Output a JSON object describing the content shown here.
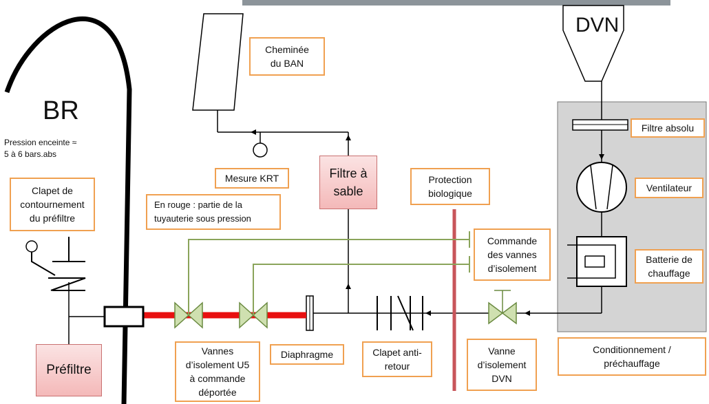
{
  "labels": {
    "br": "BR",
    "pression": "Pression enceinte ≈\n5 à 6 bars.abs",
    "dvn": "DVN",
    "cheminee": "Cheminée\ndu BAN",
    "mesure_krt": "Mesure KRT",
    "filtre_sable": "Filtre à\nsable",
    "protection": "Protection\nbiologique",
    "clapet_contournement": "Clapet de\ncontournement\ndu préfiltre",
    "en_rouge": "En rouge : partie de la\ntuyauterie sous pression",
    "commande_vannes": "Commande\ndes vannes\nd’isolement",
    "filtre_absolu": "Filtre absolu",
    "ventilateur": "Ventilateur",
    "batterie": "Batterie de\nchauffage",
    "conditionnement": "Conditionnement /\npréchauffage",
    "prefiltre": "Préfiltre",
    "vannes_u5": "Vannes\nd’isolement U5\nà commande\ndéportée",
    "diaphragme": "Diaphragme",
    "clapet_anti_retour": "Clapet anti-\nretour",
    "vanne_dvn": "Vanne\nd’isolement\nDVN"
  },
  "colors": {
    "pressurized_pipe": "#e81010",
    "control_line": "#8aa45a",
    "label_border": "#f0a050",
    "protection_wall": "#c8555a",
    "conditioning_area": "#d4d4d4"
  }
}
